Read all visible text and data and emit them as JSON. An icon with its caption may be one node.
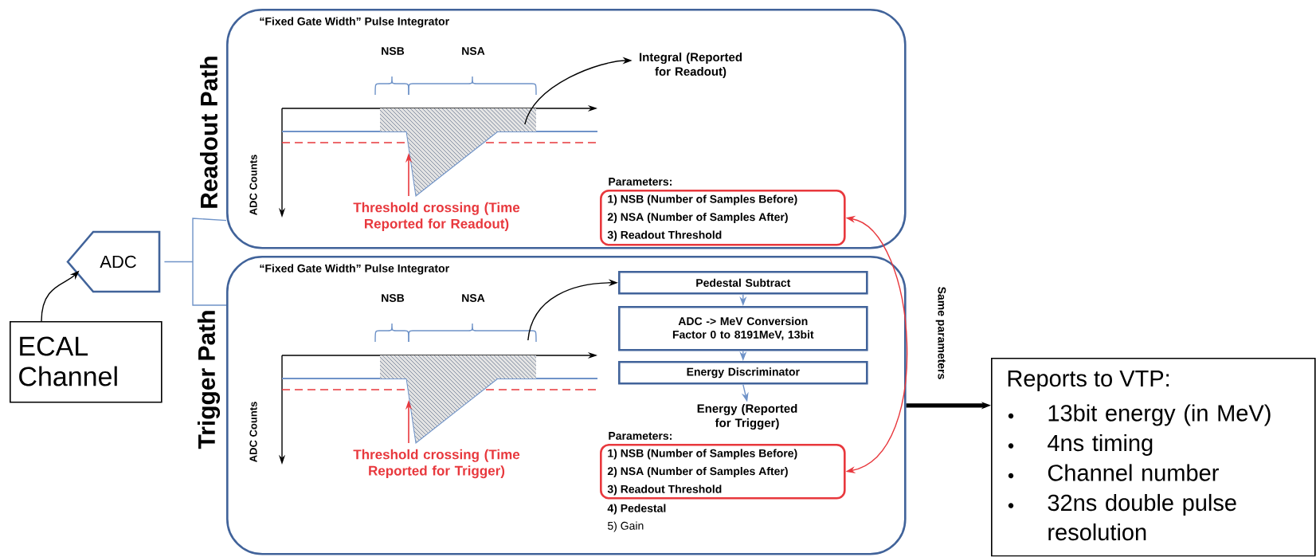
{
  "diagram": {
    "nodes": [
      {
        "text": [
          "ECAL Channel"
        ]
      },
      {
        "text": [
          "ADC"
        ]
      },
      {
        "text": [
          "Readout Path",
          "“Fixed Gate Width” Pulse Integrator"
        ]
      },
      {
        "text": [
          "Parameters:",
          "1) NSB (Number of Samples Before)",
          "2) NSA (Number of Samples After)",
          "3) Readout Threshold"
        ],
        "in": 2
      },
      {
        "text": [
          "Integral (Reported for Readout)"
        ],
        "in": 2
      },
      {
        "text": [
          "Trigger Path",
          "“Fixed Gate Width” Pulse Integrator"
        ]
      },
      {
        "text": [
          "Pedestal Subtract"
        ],
        "in": 5
      },
      {
        "text": [
          "ADC -> MeV Conversion Factor 0 to 8191MeV, 13bit"
        ],
        "in": 5
      },
      {
        "text": [
          "Energy Discriminator"
        ],
        "in": 5
      },
      {
        "text": [
          "Energy (Reported for Trigger)"
        ],
        "in": 5
      },
      {
        "text": [
          "Parameters:",
          "1) NSB (Number of Samples Before)",
          "2) NSA (Number of Samples After)",
          "3) Readout Threshold"
        ],
        "in": 5,
        "beside": [
          "4) Pedestal",
          "5) Gain"
        ]
      },
      {
        "text": [
          "Reports to VTP:",
          "13bit energy (in MeV)",
          "4ns timing",
          "Channel number",
          "32ns double pulse resolution"
        ]
      },
      {
        "text": [],
        "shape": "picture",
        "in": 2
      },
      {
        "text": [],
        "shape": "picture",
        "in": 5
      }
    ],
    "edges": [
      {
        "from": 0,
        "to": 1,
        "arrow": "to",
        "color": "#000000"
      },
      {
        "from": 1,
        "to": 2,
        "arrow": "none",
        "color": "#6f93c8"
      },
      {
        "from": 1,
        "to": 5,
        "arrow": "none",
        "color": "#6f93c8"
      },
      {
        "from": 12,
        "to": 4,
        "arrow": "to",
        "color": "#000000"
      },
      {
        "from": 13,
        "to": 6,
        "arrow": "to",
        "color": "#000000"
      },
      {
        "from": 6,
        "to": 7,
        "arrow": "to",
        "color": "#6f93c8"
      },
      {
        "from": 7,
        "to": 8,
        "arrow": "to",
        "color": "#6f93c8"
      },
      {
        "from": 8,
        "to": 9,
        "arrow": "to",
        "color": "#6f93c8"
      },
      {
        "from": 3,
        "to": 10,
        "arrow": "both",
        "label": "Same parameters",
        "color": "#e8383d"
      },
      {
        "from": 5,
        "to": 11,
        "arrow": "to",
        "style": "thick",
        "color": "#000000"
      }
    ],
    "labels": [
      "NSB",
      "NSA",
      "ADC Counts",
      "Threshold crossing (Time Reported for Readout)",
      "NSB",
      "NSA",
      "ADC Counts",
      "Threshold crossing (Time Reported for Trigger)"
    ]
  }
}
